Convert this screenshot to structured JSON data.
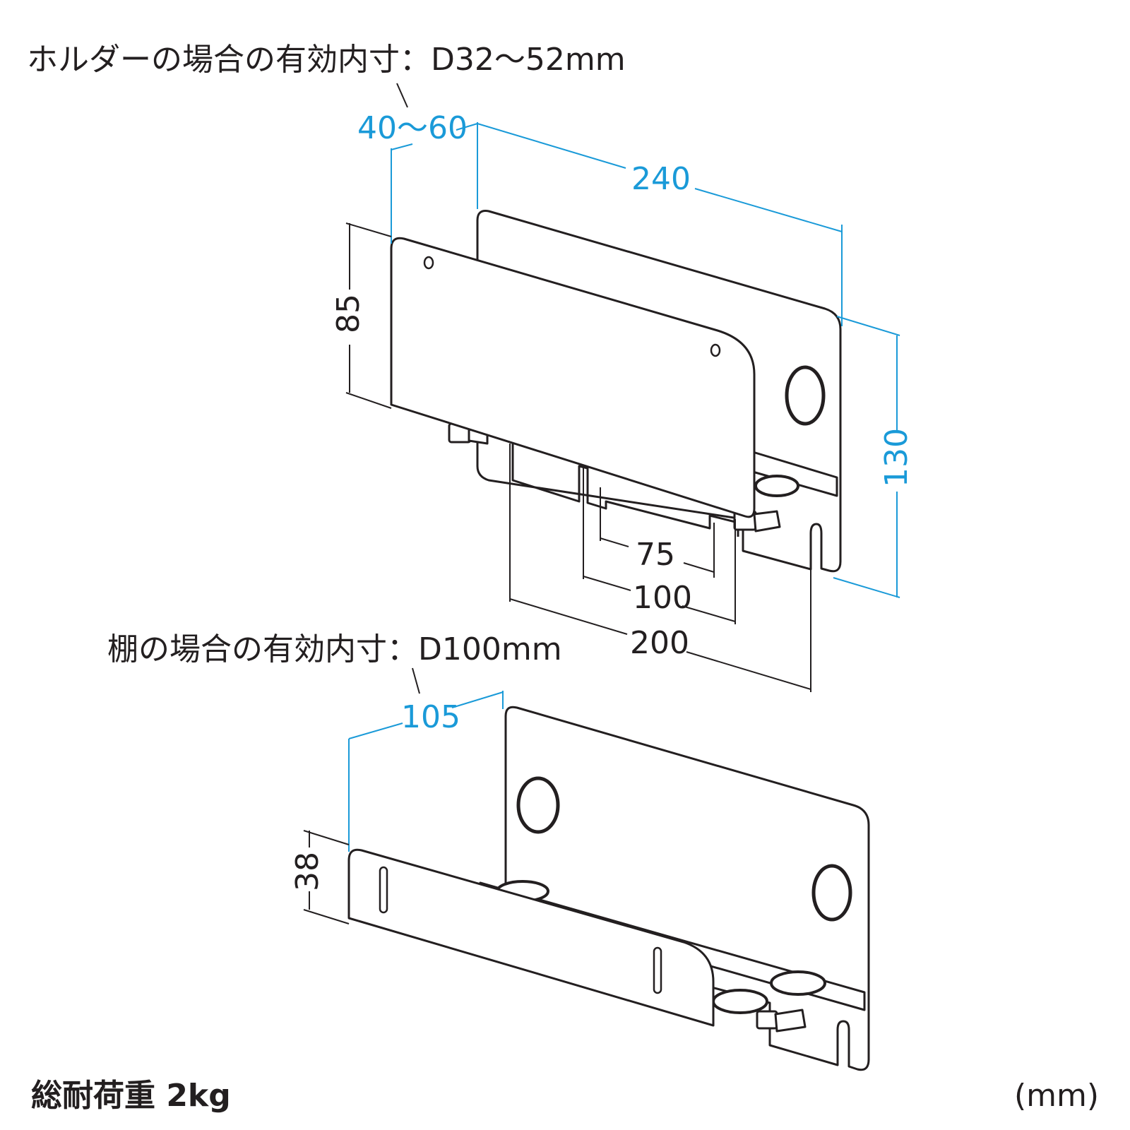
{
  "colors": {
    "dimension_blue": "#1a9ad8",
    "ink": "#231f20",
    "background": "#ffffff"
  },
  "holder": {
    "note": "ホルダーの場合の有効内寸：D32〜52mm",
    "depth": "40〜60",
    "width": "240",
    "front_height": "85",
    "total_height": "130",
    "dim_75": "75",
    "dim_100": "100",
    "dim_200": "200"
  },
  "shelf": {
    "note": "棚の場合の有効内寸：D100mm",
    "depth": "105",
    "front_height": "38"
  },
  "load": "総耐荷重 2kg",
  "unit": "(mm)"
}
